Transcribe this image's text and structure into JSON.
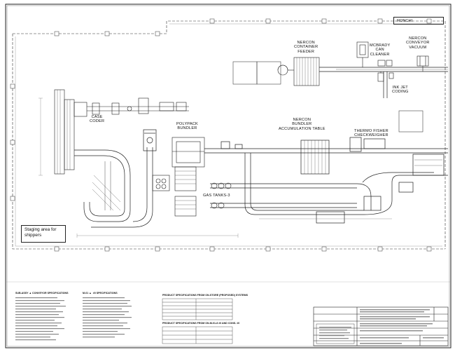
{
  "drawing": {
    "labels": {
      "ronchi": "RONCHI",
      "nercon_container_feeder": "NERCON\nCONTAINER\nFEEDER",
      "mcbrady_can_cleaner": "MCBRADY\nCAN\nCLEANER",
      "nercon_conveyor_vacuum": "NERCON\nCONVEYOR\nVACUUM",
      "ink_jet_coding": "INK JET\nCODING",
      "case_coder": "CASE\nCODER",
      "polypack_bundler": "POLYPACK\nBUNDLER",
      "nercon_bundler_accumulation_table": "NERCON\nBUNDLER\nACCUMULATION TABLE",
      "thermo_fisher_checkweigher": "THERMO FISHER\nCHECKWEIGHER",
      "gas_tanks": "GAS TANKS-3",
      "staging_area": "Staging area\nfor shippers"
    },
    "spec_blocks": [
      {
        "title": "SUB-ASSY ▲ CONVEYOR SPECIFICATIONS",
        "lines": 14
      },
      {
        "title": "M-01 ▲  #0 SPECIFICATIONS",
        "lines": 14
      },
      {
        "title": "PRODUCT SPECIFICATIONS FROM ON-STORE (PROPOSED) SYSTEMS",
        "lines": 8
      },
      {
        "title": "PRODUCT SPECIFICATIONS FROM ON-M-01-8 #0 AND CONS. #0",
        "lines": 8
      }
    ]
  }
}
